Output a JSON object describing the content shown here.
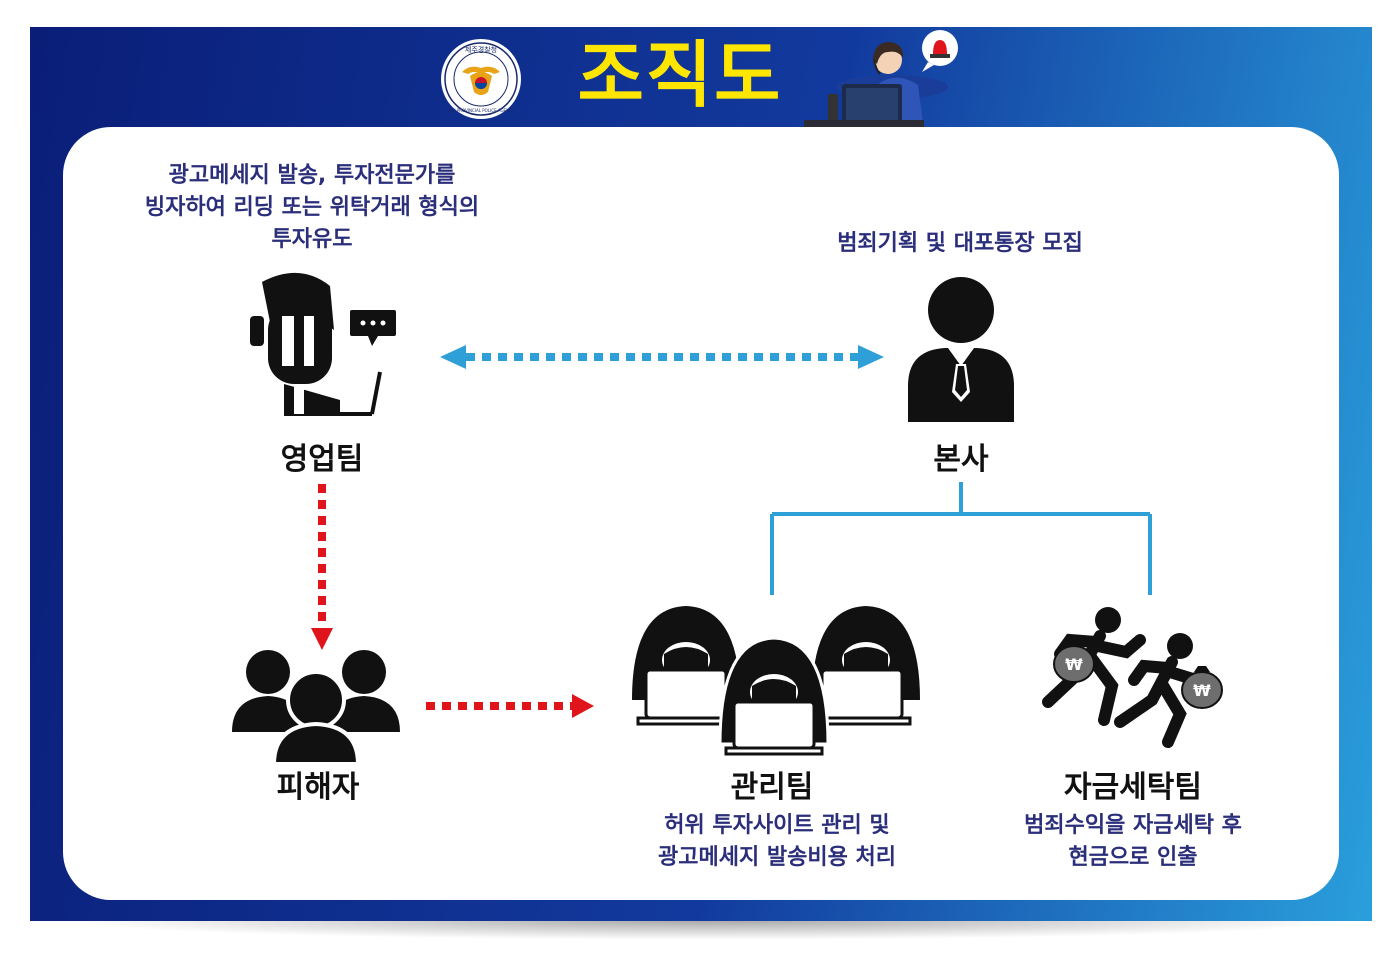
{
  "title": "조직도",
  "emblem": {
    "ring_text": "JEJU PROVINCIAL POLICE AGENCY",
    "top_text": "제주경찰청"
  },
  "nodes": {
    "sales": {
      "label": "영업팀",
      "desc": [
        "광고메세지 발송, 투자전문가를",
        "빙자하여 리딩 또는 위탁거래 형식의",
        "투자유도"
      ]
    },
    "hq": {
      "label": "본사",
      "desc": [
        "범죄기획 및 대포통장 모집"
      ]
    },
    "victims": {
      "label": "피해자"
    },
    "management": {
      "label": "관리팀",
      "desc": [
        "허위 투자사이트 관리 및",
        "광고메세지 발송비용 처리"
      ]
    },
    "laundering": {
      "label": "자금세탁팀",
      "desc": [
        "범죄수익을 자금세탁 후",
        "현금으로 인출"
      ],
      "bag_symbol": "₩"
    }
  },
  "icons": {
    "sales": "hacker-headset-icon",
    "hq": "businessman-icon",
    "victims": "group-of-people-icon",
    "management": "hooded-hackers-laptops-icon",
    "laundering": "running-thieves-money-bags-icon",
    "officer": "police-officer-computer-icon",
    "siren": "siren-icon"
  },
  "colors": {
    "title": "#ffe600",
    "desc_text": "#2b2e7a",
    "blue_arrow": "#2f9fd8",
    "red_arrow": "#e0141b",
    "tree_line": "#2f9fd8"
  }
}
